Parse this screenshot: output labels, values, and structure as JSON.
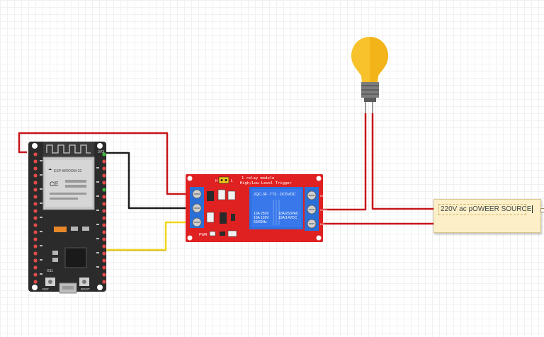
{
  "esp32": {
    "module_brand": "ESP-WROOM-32",
    "pin_top_label": "3V3",
    "btn_rst": "RST",
    "btn_boot": "BOOT",
    "label_g11": "G11"
  },
  "relay": {
    "title_line1": "1 relay module",
    "title_line2": "High/Low Level Trigger",
    "relay_model": "JQC-3F -T73 - DC5VDC",
    "rating_left_1": "10A 250V",
    "rating_left_2": "10A 130V",
    "rating_left_3": "50/60Hz",
    "rating_right_1": "10A/250VAC",
    "rating_right_2": "10A/14VDC",
    "jumper_h": "H",
    "jumper_l": "L",
    "pwr_label": "PWR",
    "out_nc": "NC",
    "out_com": "COM",
    "out_no": "NO"
  },
  "note": {
    "text": "220V ac pOWEER SOURCE"
  },
  "colors": {
    "wire_red": "#c7161b",
    "wire_black": "#1d1d1d",
    "wire_yellow": "#f2d61b",
    "relay_board": "#e02121",
    "esp_board": "#2b2b2b",
    "bulb_yellow": "#f7c22b"
  }
}
